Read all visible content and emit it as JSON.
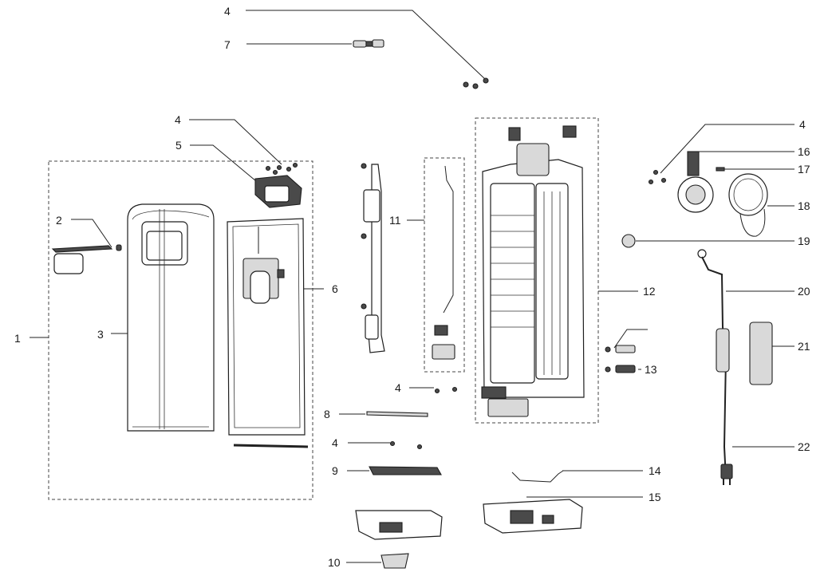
{
  "labels": {
    "l1": "1",
    "l2": "2",
    "l3": "3",
    "l4a": "4",
    "l4b": "4",
    "l4c": "4",
    "l4d": "4",
    "l4e": "4",
    "l5": "5",
    "l6": "6",
    "l7": "7",
    "l8": "8",
    "l9": "9",
    "l10": "10",
    "l11": "11",
    "l12": "12",
    "l13": "13",
    "l14": "14",
    "l15": "15",
    "l16": "16",
    "l17": "17",
    "l18": "18",
    "l19": "19",
    "l20": "20",
    "l21": "21",
    "l22": "22"
  }
}
